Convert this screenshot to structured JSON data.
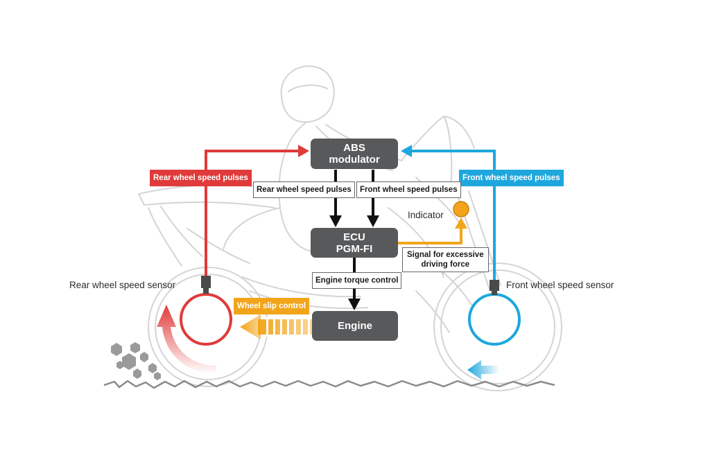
{
  "nodes": {
    "abs": {
      "line1": "ABS",
      "line2": "modulator"
    },
    "ecu": {
      "line1": "ECU",
      "line2": "PGM-FI"
    },
    "engine": {
      "label": "Engine"
    }
  },
  "labels": {
    "rear_pulses_red": "Rear wheel speed pulses",
    "front_pulses_blue": "Front wheel speed pulses",
    "rear_pulses_center": "Rear wheel speed pulses",
    "front_pulses_center": "Front wheel speed pulses",
    "indicator": "Indicator",
    "signal_line1": "Signal for excessive",
    "signal_line2": "driving force",
    "engine_torque": "Engine torque control",
    "wheel_slip": "Wheel  slip control",
    "rear_sensor": "Rear wheel speed sensor",
    "front_sensor": "Front wheel speed sensor"
  },
  "colors": {
    "rear": "#e03a3a",
    "front": "#1ea7dd",
    "control": "#f2a51a",
    "node": "#58595b",
    "arrow": "#111111",
    "outline": "#d4d4d4"
  }
}
